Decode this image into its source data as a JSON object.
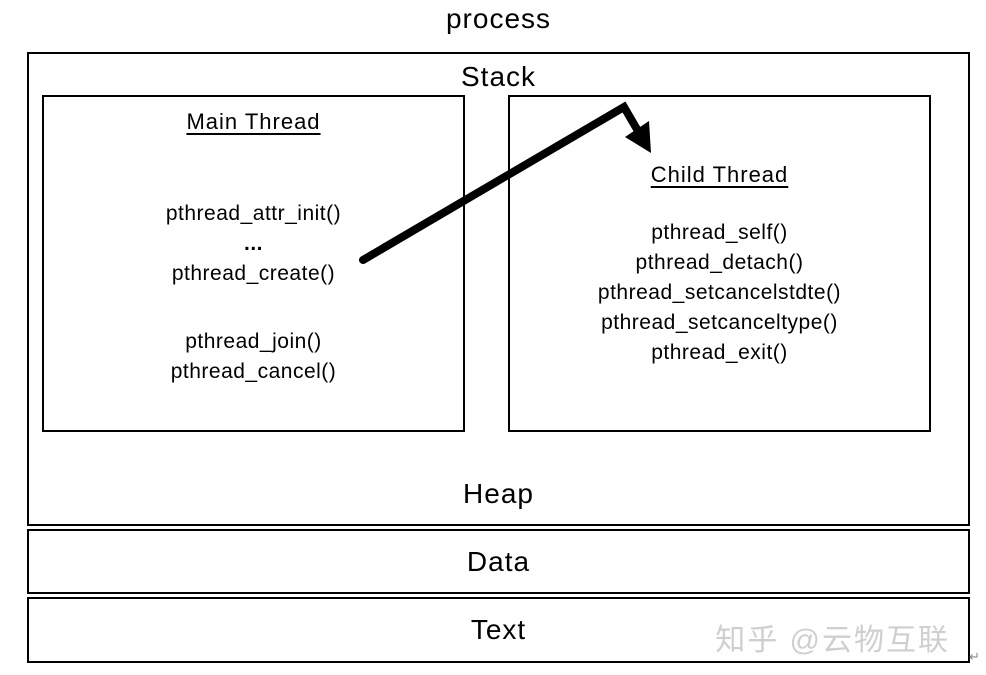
{
  "title": "process",
  "sections": {
    "stack": "Stack",
    "heap": "Heap",
    "data": "Data",
    "text": "Text"
  },
  "main_thread": {
    "title": "Main Thread",
    "lines": [
      "pthread_attr_init()",
      "...",
      "pthread_create()",
      "pthread_join()",
      "pthread_cancel()"
    ]
  },
  "child_thread": {
    "title": "Child Thread",
    "lines": [
      "pthread_self()",
      "pthread_detach()",
      "pthread_setcancelstdte()",
      "pthread_setcanceltype()",
      "pthread_exit()"
    ]
  },
  "arrow": {
    "from": "pthread_create()",
    "to": "Child Thread"
  },
  "watermark": "知乎 @云物互联",
  "return_mark": "↵",
  "colors": {
    "ink": "#000000",
    "watermark": "#cfcfcf"
  }
}
